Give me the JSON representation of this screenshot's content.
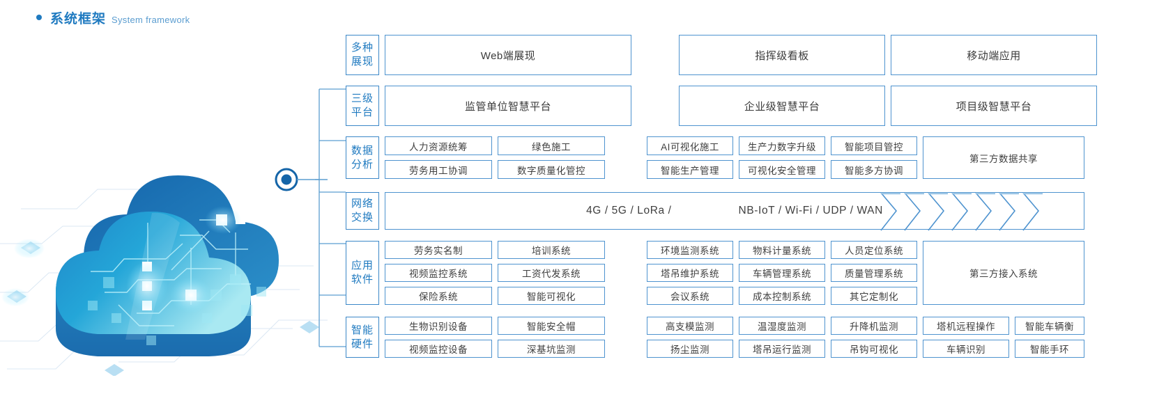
{
  "heading": {
    "cn": "系统框架",
    "en": "System framework",
    "bullet_icon": "bullet-dot-icon",
    "accent": "#1f7ac0"
  },
  "artwork": {
    "name": "cloud-circuit-illustration",
    "node_icon": "connection-node-icon",
    "colors": {
      "cloud_dark": "#1b6fb5",
      "cloud_mid": "#2194d2",
      "cloud_light": "#7fdcec",
      "node": "#1565a8"
    }
  },
  "colors": {
    "box_border": "#4e93cf",
    "cat_border": "#3b87c8",
    "cat_text": "#1f7ac0",
    "cell_text": "#3f3f3f",
    "line": "#5b9dd0"
  },
  "rows": [
    {
      "category": [
        "多种",
        "展现"
      ],
      "type": "wide",
      "groups": [
        {
          "cells": [
            [
              "Web端展现"
            ]
          ]
        },
        {
          "cells": [
            [
              "指挥级看板"
            ]
          ]
        },
        {
          "cells": [
            [
              "移动端应用"
            ]
          ]
        }
      ]
    },
    {
      "category": [
        "三级",
        "平台"
      ],
      "type": "wide",
      "groups": [
        {
          "cells": [
            [
              "监管单位智慧平台"
            ]
          ]
        },
        {
          "cells": [
            [
              "企业级智慧平台"
            ]
          ]
        },
        {
          "cells": [
            [
              "项目级智慧平台"
            ]
          ]
        }
      ]
    },
    {
      "category": [
        "数据",
        "分析"
      ],
      "type": "grid2",
      "groups": [
        {
          "cells": [
            [
              "人力资源统筹"
            ],
            [
              "劳务用工协调"
            ]
          ]
        },
        {
          "cells": [
            [
              "绿色施工"
            ],
            [
              "数字质量化管控"
            ]
          ]
        },
        {
          "cells": [
            [
              "AI可视化施工"
            ],
            [
              "智能生产管理"
            ]
          ]
        },
        {
          "cells": [
            [
              "生产力数字升级"
            ],
            [
              "可视化安全管理"
            ]
          ]
        },
        {
          "cells": [
            [
              "智能项目管控"
            ],
            [
              "智能多方协调"
            ]
          ]
        },
        {
          "cells": [
            [
              "第三方数据共享"
            ]
          ]
        }
      ]
    },
    {
      "category": [
        "网络",
        "交换"
      ],
      "type": "network",
      "labels": [
        "4G / 5G / LoRa /",
        "NB-IoT / Wi-Fi / UDP / WAN"
      ],
      "chevron_count": 7
    },
    {
      "category": [
        "应用",
        "软件"
      ],
      "type": "grid3",
      "groups": [
        {
          "cells": [
            [
              "劳务实名制"
            ],
            [
              "视频监控系统"
            ],
            [
              "保险系统"
            ]
          ]
        },
        {
          "cells": [
            [
              "培训系统"
            ],
            [
              "工资代发系统"
            ],
            [
              "智能可视化"
            ]
          ]
        },
        {
          "cells": [
            [
              "环境监测系统"
            ],
            [
              "塔吊维护系统"
            ],
            [
              "会议系统"
            ]
          ]
        },
        {
          "cells": [
            [
              "物料计量系统"
            ],
            [
              "车辆管理系统"
            ],
            [
              "成本控制系统"
            ]
          ]
        },
        {
          "cells": [
            [
              "人员定位系统"
            ],
            [
              "质量管理系统"
            ],
            [
              "其它定制化"
            ]
          ]
        },
        {
          "cells": [
            [
              "第三方接入系统"
            ]
          ]
        }
      ]
    },
    {
      "category": [
        "智能",
        "硬件"
      ],
      "type": "grid2",
      "groups": [
        {
          "cells": [
            [
              "生物识别设备"
            ],
            [
              "视频监控设备"
            ]
          ]
        },
        {
          "cells": [
            [
              "智能安全帽"
            ],
            [
              "深基坑监测"
            ]
          ]
        },
        {
          "cells": [
            [
              "高支模监测"
            ],
            [
              "扬尘监测"
            ]
          ]
        },
        {
          "cells": [
            [
              "温湿度监测"
            ],
            [
              "塔吊运行监测"
            ]
          ]
        },
        {
          "cells": [
            [
              "升降机监测"
            ],
            [
              "吊钩可视化"
            ]
          ]
        },
        {
          "cells": [
            [
              "塔机远程操作"
            ],
            [
              "车辆识别"
            ]
          ]
        },
        {
          "cells": [
            [
              "智能车辆衡"
            ],
            [
              "智能手环"
            ]
          ]
        }
      ]
    }
  ]
}
